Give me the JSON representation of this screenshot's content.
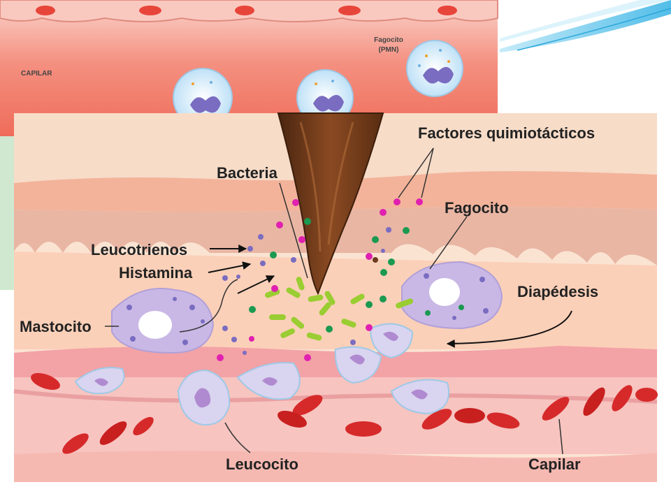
{
  "top_panel": {
    "capilar_label": "CAPILAR",
    "fagocito_label_line1": "Fagocito",
    "fagocito_label_line2": "(PMN)"
  },
  "main_panel": {
    "labels": {
      "factores": "Factores quimiotácticos",
      "bacteria": "Bacteria",
      "fagocito": "Fagocito",
      "leucotrienos": "Leucotrienos",
      "histamina": "Histamina",
      "diapedesis": "Diapédesis",
      "mastocito": "Mastocito",
      "leucocito": "Leucocito",
      "capilar": "Capilar"
    }
  },
  "colors": {
    "top_vessel": "#f07a6a",
    "skin": "#f7d9c4",
    "tissue": "#f9c2a3",
    "vessel_wall": "#f2a0a0",
    "rbc": "#d62a2a",
    "cell_lilac": "#c9b8e6",
    "splinter": "#6b3a1f",
    "dot_magenta": "#e020b0",
    "dot_green": "#1a9a50",
    "dot_purple": "#7a6cc0",
    "bacteria_green": "#9acd32",
    "accent_blue": "#3fb6e6"
  }
}
